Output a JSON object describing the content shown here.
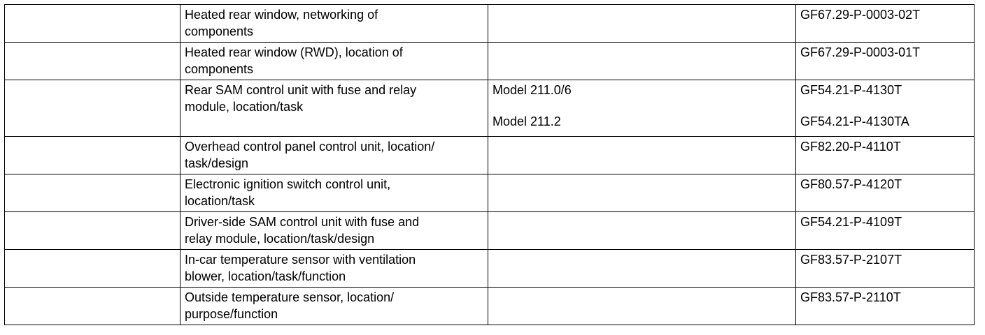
{
  "table": {
    "rows": [
      {
        "description_lines": [
          "Heated rear window, networking of",
          "components"
        ],
        "model_lines": [],
        "references": [
          "GF67.29-P-0003-02T"
        ]
      },
      {
        "description_lines": [
          "Heated rear window (RWD), location of",
          "components"
        ],
        "model_lines": [],
        "references": [
          "GF67.29-P-0003-01T"
        ]
      },
      {
        "description_lines": [
          "Rear SAM control unit with fuse and relay",
          "module, location/task"
        ],
        "model_lines": [
          "Model 211.0/6",
          "Model 211.2"
        ],
        "references": [
          "GF54.21-P-4130T",
          "GF54.21-P-4130TA"
        ]
      },
      {
        "description_lines": [
          "Overhead control panel control unit, location/",
          "task/design"
        ],
        "model_lines": [],
        "references": [
          "GF82.20-P-4110T"
        ]
      },
      {
        "description_lines": [
          "Electronic ignition switch control unit,",
          "location/task"
        ],
        "model_lines": [],
        "references": [
          "GF80.57-P-4120T"
        ]
      },
      {
        "description_lines": [
          "Driver-side SAM control unit with fuse and",
          "relay module, location/task/design"
        ],
        "model_lines": [],
        "references": [
          "GF54.21-P-4109T"
        ]
      },
      {
        "description_lines": [
          "In-car temperature sensor with ventilation",
          "blower, location/task/function"
        ],
        "model_lines": [],
        "references": [
          "GF83.57-P-2107T"
        ]
      },
      {
        "description_lines": [
          "Outside temperature sensor, location/",
          "purpose/function"
        ],
        "model_lines": [],
        "references": [
          "GF83.57-P-2110T"
        ]
      }
    ]
  }
}
